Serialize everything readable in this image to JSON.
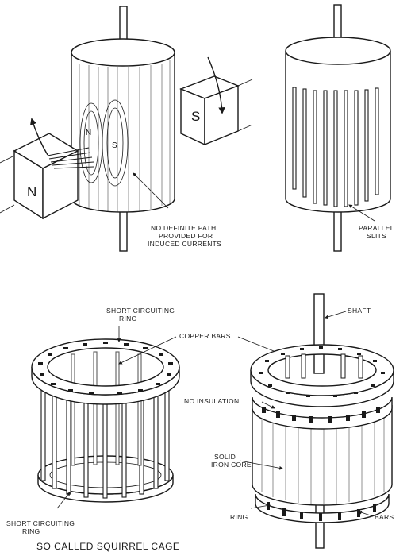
{
  "figures": {
    "fig1": {
      "pole_north": "N",
      "pole_south": "S",
      "eddy_north": "N",
      "eddy_south": "S",
      "callout_lines": [
        "NO DEFINITE PATH",
        "PROVIDED FOR",
        "INDUCED CURRENTS"
      ]
    },
    "fig2": {
      "callout_lines": [
        "PARALLEL",
        "SLITS"
      ]
    },
    "fig3": {
      "top_ring_lines": [
        "SHORT CIRCUITING",
        "RING"
      ],
      "bars_label": "COPPER BARS",
      "bottom_ring_lines": [
        "SHORT CIRCUITING",
        "RING"
      ],
      "caption": "SO CALLED SQUIRREL CAGE"
    },
    "fig4": {
      "shaft_label": "SHAFT",
      "insulation_label": "NO INSULATION",
      "core_lines": [
        "SOLID",
        "IRON CORE"
      ],
      "ring_label": "RING",
      "bars_label": "BARS"
    }
  }
}
